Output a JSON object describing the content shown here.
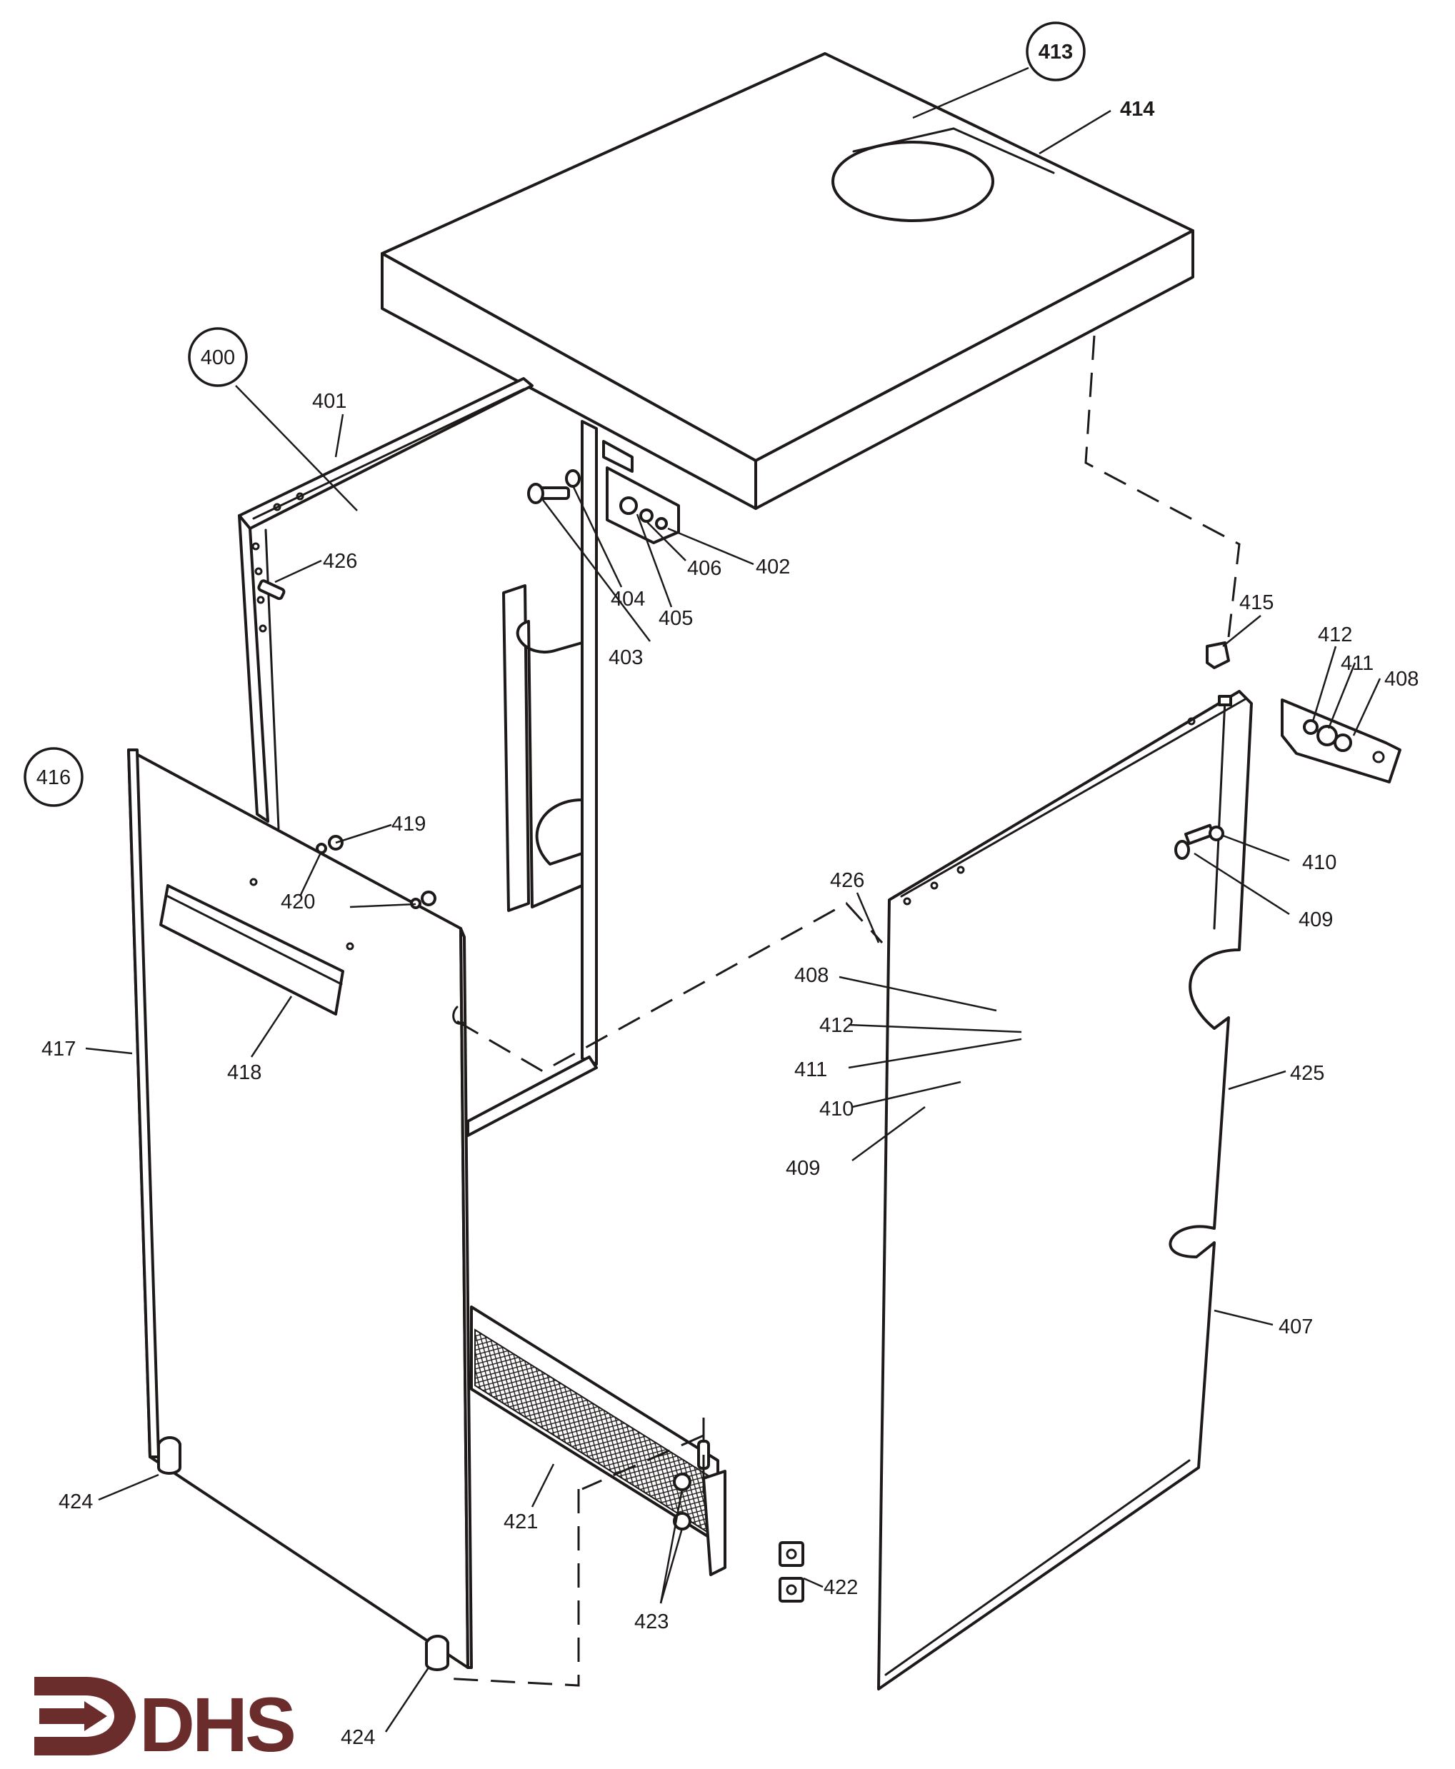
{
  "diagram": {
    "callouts": {
      "c400": "400",
      "c413": "413",
      "c416": "416"
    },
    "labels": {
      "l401": "401",
      "l402": "402",
      "l403": "403",
      "l404": "404",
      "l405": "405",
      "l406": "406",
      "l407": "407",
      "l408a": "408",
      "l408b": "408",
      "l409a": "409",
      "l409b": "409",
      "l410a": "410",
      "l410b": "410",
      "l411a": "411",
      "l411b": "411",
      "l412a": "412",
      "l412b": "412",
      "l414": "414",
      "l415": "415",
      "l417": "417",
      "l418": "418",
      "l419": "419",
      "l420": "420",
      "l421": "421",
      "l422": "422",
      "l423": "423",
      "l424a": "424",
      "l424b": "424",
      "l425": "425",
      "l426a": "426",
      "l426b": "426"
    }
  },
  "logo": {
    "text": "DHS",
    "color": "#6b2d2b"
  }
}
